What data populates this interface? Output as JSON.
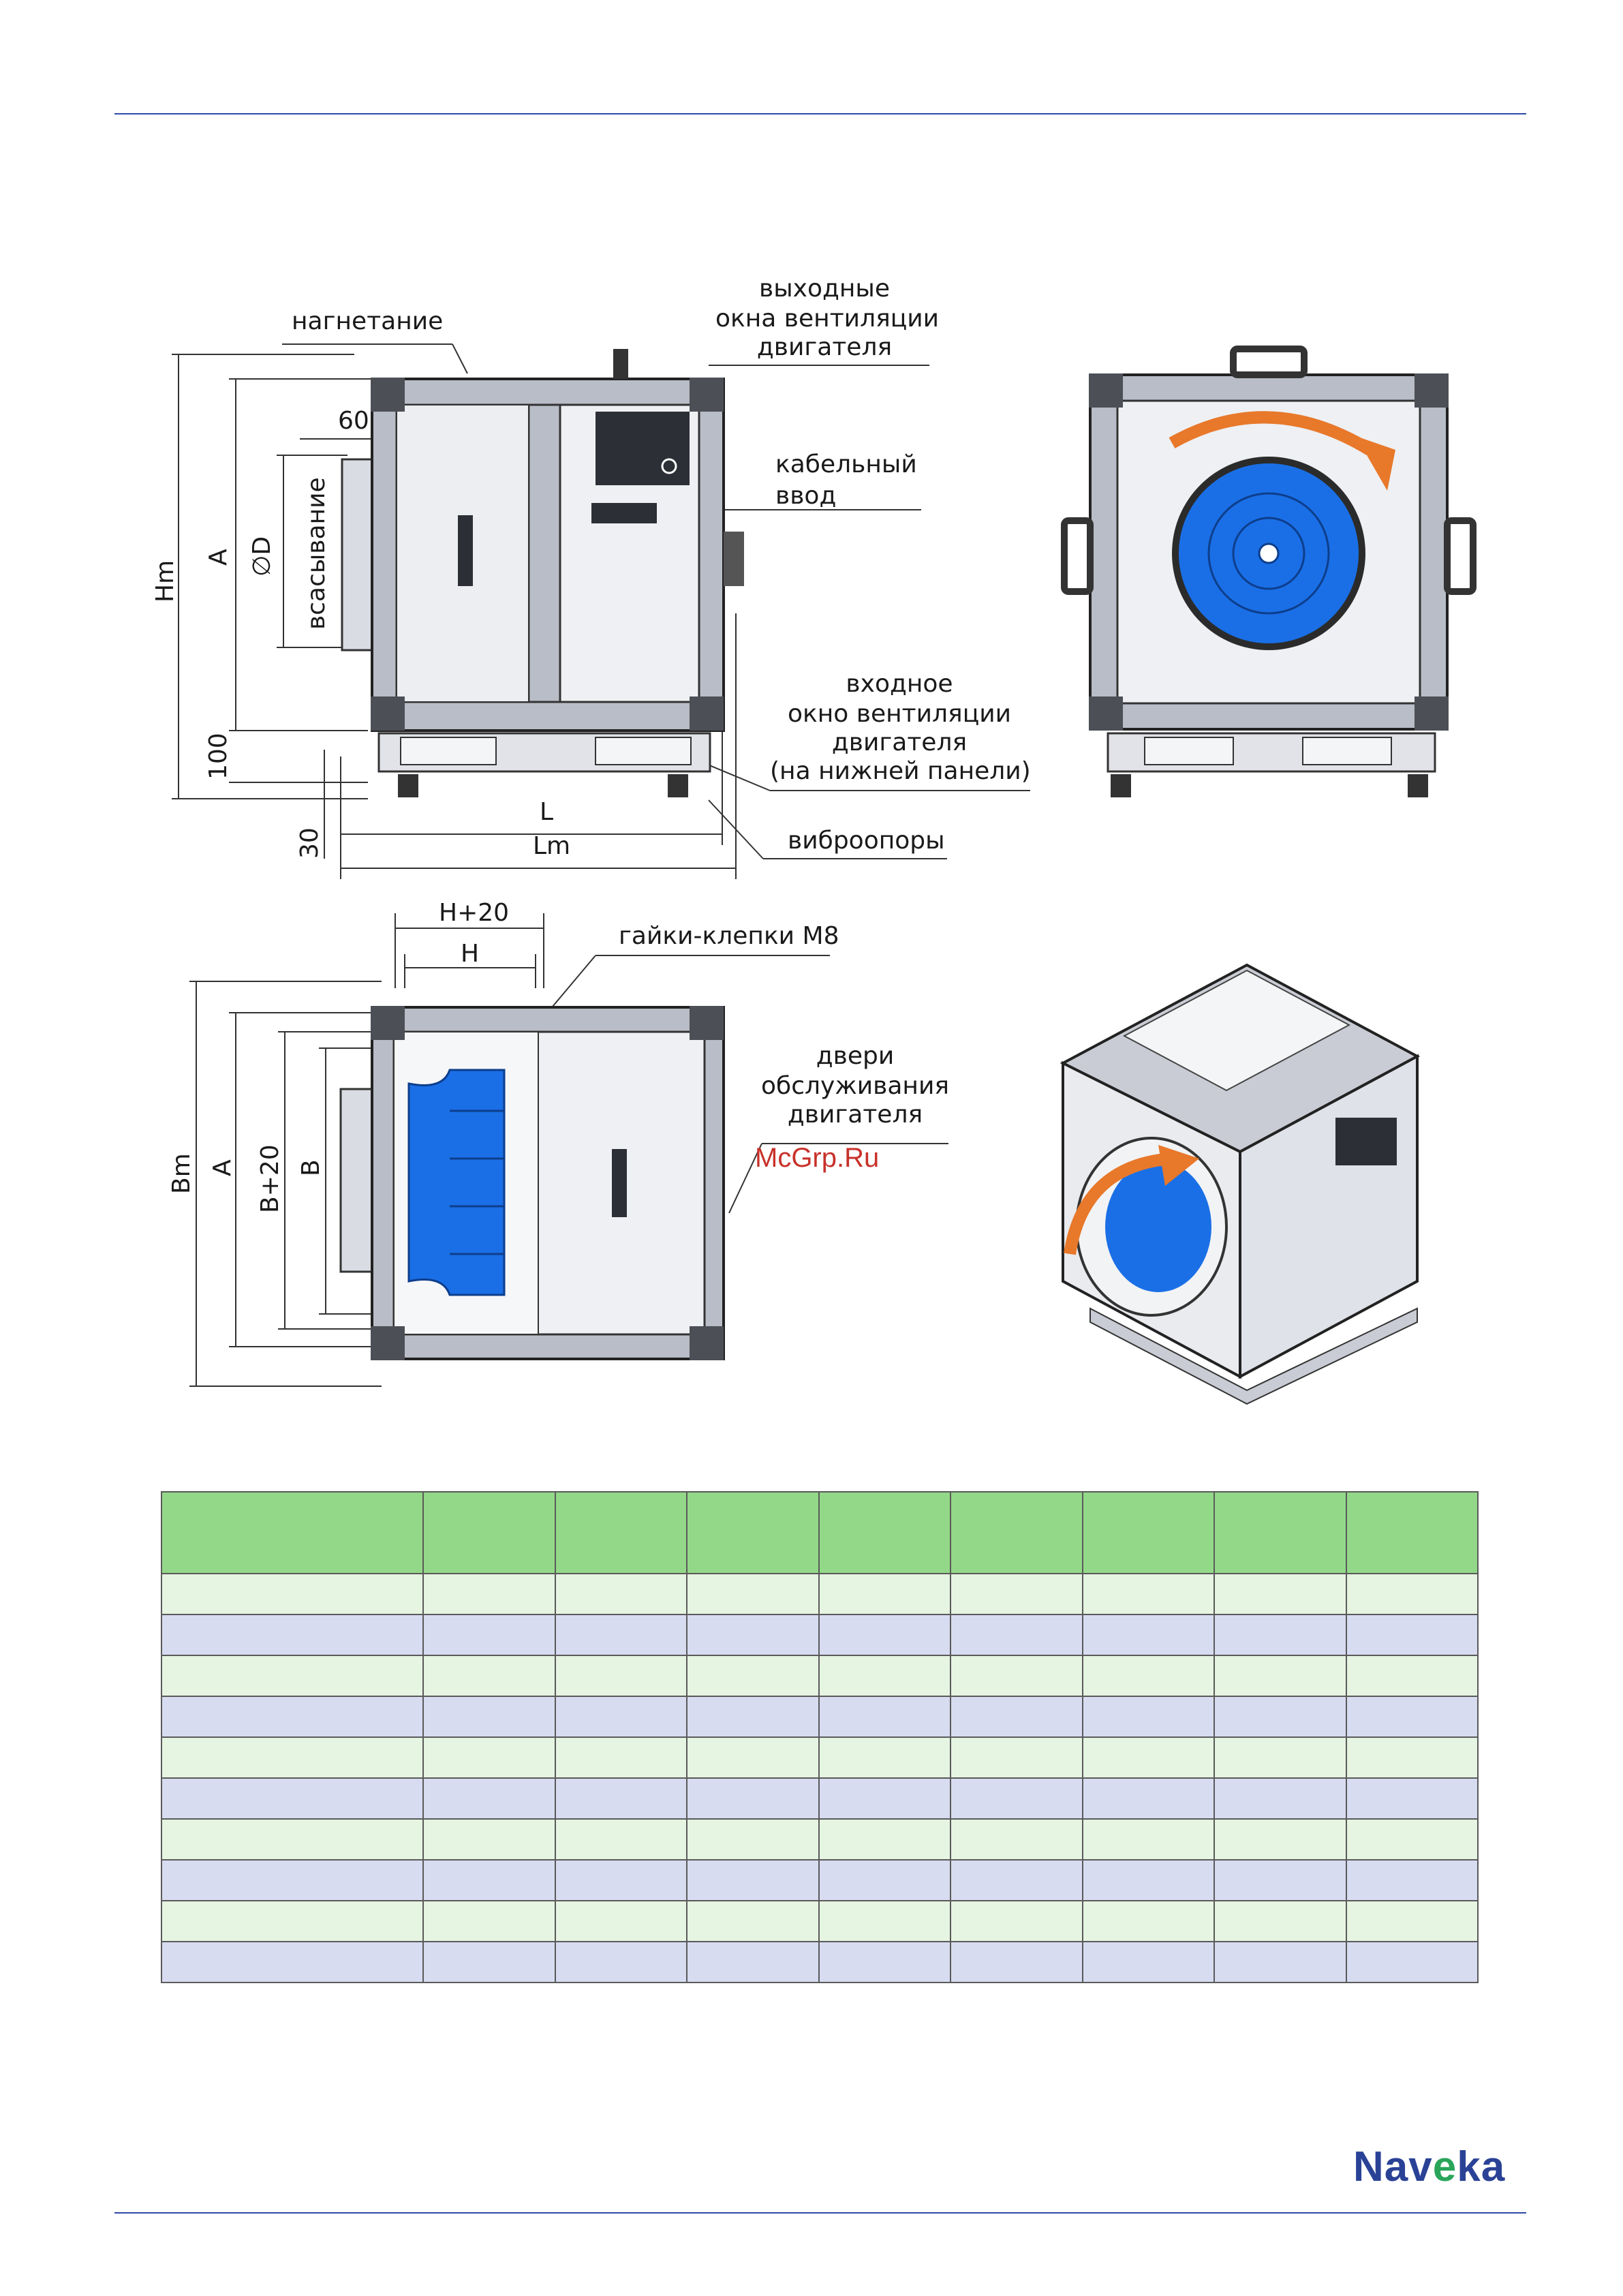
{
  "top_view": {
    "labels": {
      "discharge": "нагнетание",
      "motor_vent_out_1": "выходные",
      "motor_vent_out_2": "окна вентиляции",
      "motor_vent_out_3": "двигателя",
      "cable_entry_1": "кабельный",
      "cable_entry_2": "ввод",
      "intake_1": "входное",
      "intake_2": "окно вентиляции",
      "intake_3": "двигателя",
      "intake_4": "(на нижней панели)",
      "vibration_mounts": "виброопоры",
      "suction": "всасывание"
    },
    "dims": {
      "d60": "60",
      "diameter": "∅D",
      "a": "A",
      "hm": "Hm",
      "d100": "100",
      "d30": "30",
      "l": "L",
      "lm": "Lm"
    }
  },
  "side_view": {
    "labels": {
      "rivet_nuts": "гайки-клепки М8",
      "service_doors_1": "двери",
      "service_doors_2": "обслуживания",
      "service_doors_3": "двигателя"
    },
    "dims": {
      "h20": "H+20",
      "h": "H",
      "bm": "Bm",
      "a": "A",
      "b20": "B+20",
      "b": "B"
    }
  },
  "watermark": "McGrp.Ru",
  "logo": {
    "part1": "Nav",
    "part2": "e",
    "part3": "ka"
  },
  "table": {
    "columns": 9,
    "rows": [
      [
        "",
        "",
        "",
        "",
        "",
        "",
        "",
        "",
        ""
      ],
      [
        "",
        "",
        "",
        "",
        "",
        "",
        "",
        "",
        ""
      ],
      [
        "",
        "",
        "",
        "",
        "",
        "",
        "",
        "",
        ""
      ],
      [
        "",
        "",
        "",
        "",
        "",
        "",
        "",
        "",
        ""
      ],
      [
        "",
        "",
        "",
        "",
        "",
        "",
        "",
        "",
        ""
      ],
      [
        "",
        "",
        "",
        "",
        "",
        "",
        "",
        "",
        ""
      ],
      [
        "",
        "",
        "",
        "",
        "",
        "",
        "",
        "",
        ""
      ],
      [
        "",
        "",
        "",
        "",
        "",
        "",
        "",
        "",
        ""
      ],
      [
        "",
        "",
        "",
        "",
        "",
        "",
        "",
        "",
        ""
      ],
      [
        "",
        "",
        "",
        "",
        "",
        "",
        "",
        "",
        ""
      ]
    ]
  },
  "colors": {
    "rule": "#2e4aa8",
    "header_green": "#93d888",
    "row_green": "#e6f4e2",
    "row_blue": "#d8dcf1",
    "impeller_blue": "#1a6fe6",
    "arrow_orange": "#e8782a",
    "frame_gray": "#b9bdc7"
  }
}
